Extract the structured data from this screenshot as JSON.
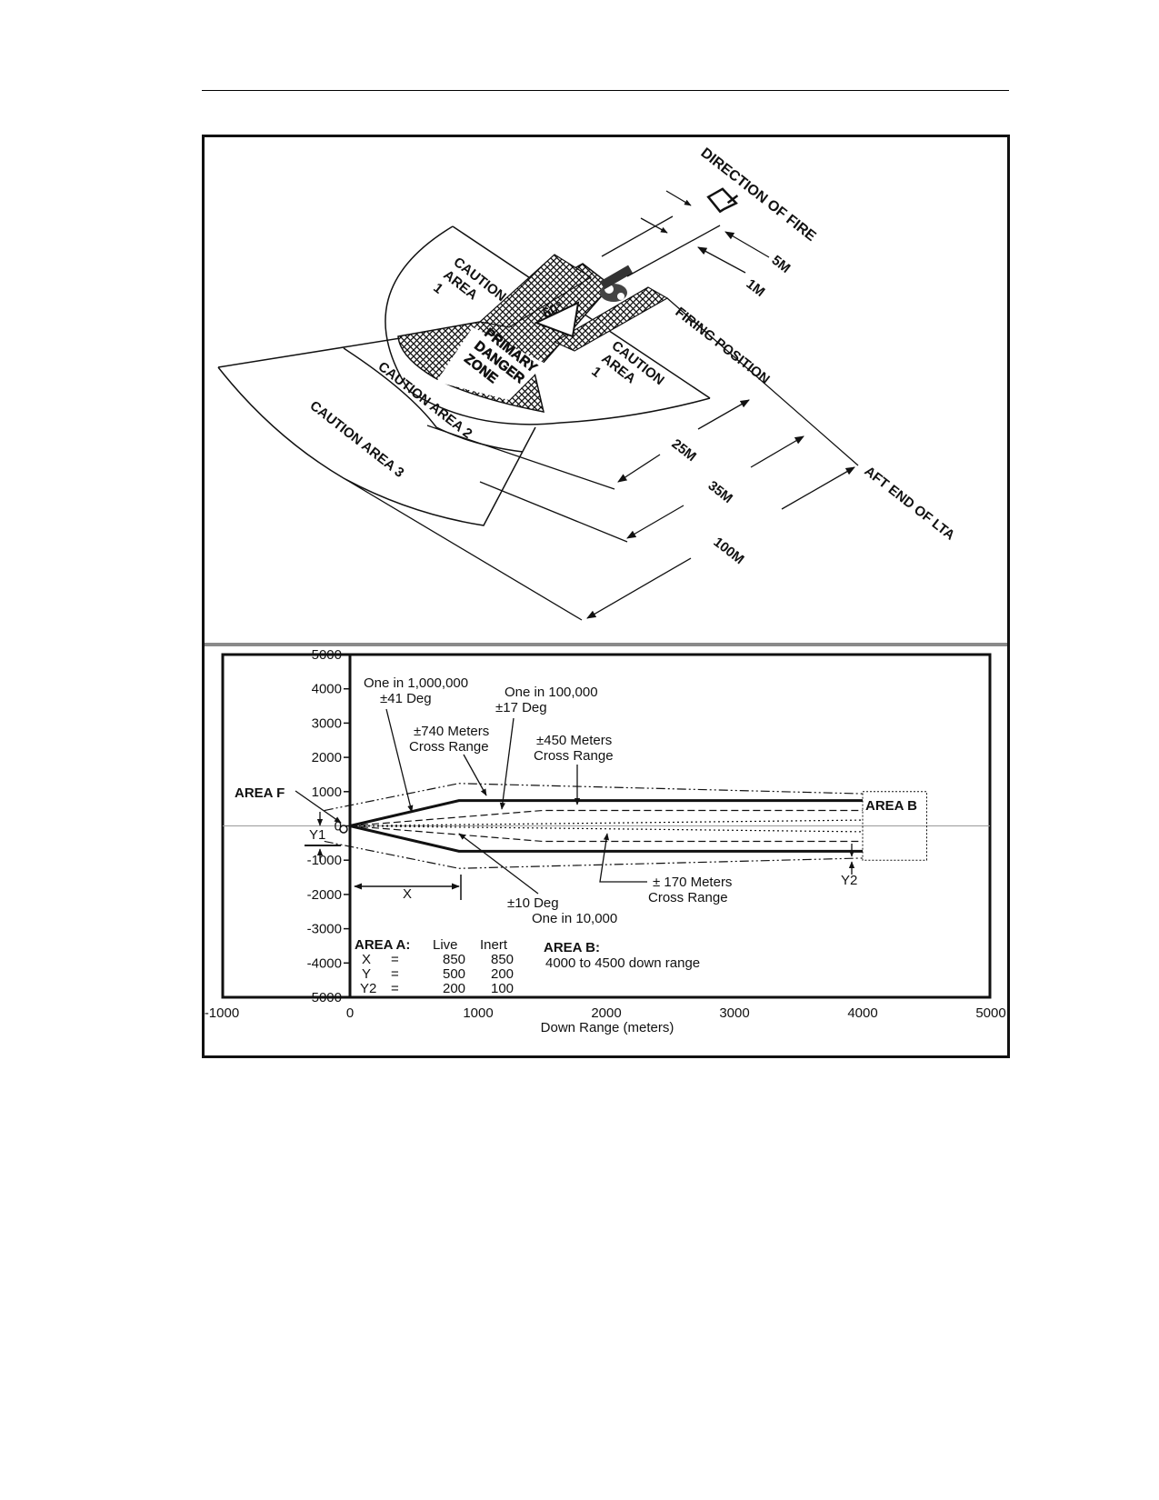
{
  "diagram": {
    "direction_of_fire": "DIRECTION OF FIRE",
    "firing_position": "FIRING POSITION",
    "aft_end": "AFT END OF LTA",
    "dim_5m": "5M",
    "dim_1m": "1M",
    "dim_25m": "25M",
    "dim_35m": "35M",
    "dim_100m": "100M",
    "angle": "60°",
    "caution1_l1": "CAUTION",
    "caution1_l2": "AREA",
    "caution1_l3": "1",
    "caution2": "CAUTION AREA 2",
    "caution3": "CAUTION AREA 3",
    "pdz_l1": "PRIMARY",
    "pdz_l2": "DANGER",
    "pdz_l3": "ZONE"
  },
  "chart_data": {
    "type": "line",
    "xlabel": "Down Range (meters)",
    "xlim": [
      -1000,
      5000
    ],
    "ylim": [
      -5000,
      5000
    ],
    "xticks": [
      "-1000",
      "0",
      "1000",
      "2000",
      "3000",
      "4000",
      "5000"
    ],
    "yticks": [
      "5000",
      "4000",
      "3000",
      "2000",
      "1000",
      "0",
      "-1000",
      "-2000",
      "-3000",
      "-4000",
      "-5000"
    ],
    "series": [
      {
        "style": "solid-thick",
        "x": [
          0,
          850,
          4000
        ],
        "y": [
          0,
          740,
          740
        ]
      },
      {
        "style": "solid-thick",
        "x": [
          0,
          850,
          4000
        ],
        "y": [
          0,
          -740,
          -740
        ]
      },
      {
        "style": "dash-dot",
        "x": [
          -200,
          850,
          4000
        ],
        "y": [
          450,
          1240,
          940
        ]
      },
      {
        "style": "dash-dot",
        "x": [
          -200,
          850,
          4000
        ],
        "y": [
          -450,
          -1240,
          -940
        ]
      },
      {
        "style": "dashed",
        "x": [
          0,
          1500,
          4000
        ],
        "y": [
          0,
          450,
          450
        ]
      },
      {
        "style": "dashed",
        "x": [
          0,
          1500,
          4000
        ],
        "y": [
          0,
          -450,
          -450
        ]
      },
      {
        "style": "dotted",
        "x": [
          0,
          4000
        ],
        "y": [
          0,
          170
        ]
      },
      {
        "style": "dotted",
        "x": [
          0,
          4000
        ],
        "y": [
          0,
          -170
        ]
      }
    ],
    "area_b_box": {
      "x": [
        4000,
        4500
      ],
      "y": [
        -1000,
        1000
      ]
    },
    "annotations": {
      "one_in_million": "One in 1,000,000",
      "deg41": "±41 Deg",
      "one_in_100k": "One in 100,000",
      "deg17": "±17 Deg",
      "m740": "±740 Meters",
      "cross_range": "Cross Range",
      "m450": "±450 Meters",
      "cross_range_2": "Cross Range",
      "area_f": "AREA F",
      "area_b": "AREA B",
      "y1": "Y1",
      "y2": "Y2",
      "x": "X",
      "deg10": "±10 Deg",
      "one_in_10k": "One in 10,000",
      "m170": "± 170 Meters",
      "cross_range_3": "Cross Range"
    },
    "area_a_table": {
      "title": "AREA A:",
      "col_live": "Live",
      "col_inert": "Inert",
      "rows": [
        {
          "label": "X",
          "eq": "=",
          "live": "850",
          "inert": "850"
        },
        {
          "label": "Y",
          "eq": "=",
          "live": "500",
          "inert": "200"
        },
        {
          "label": "Y2",
          "eq": "=",
          "live": "200",
          "inert": "100"
        }
      ]
    },
    "area_b_note": {
      "title": "AREA B:",
      "text": "4000 to 4500 down range"
    }
  }
}
